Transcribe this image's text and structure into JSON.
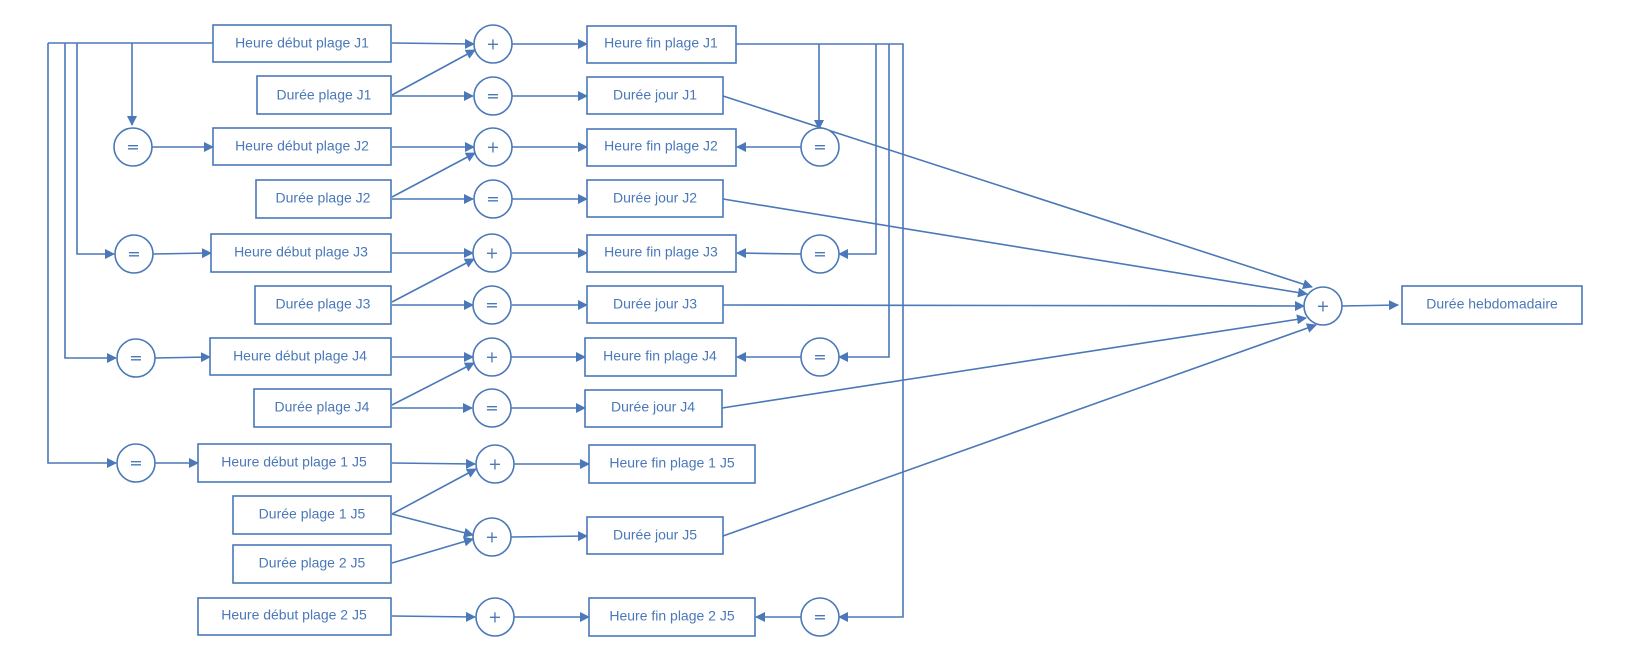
{
  "colors": {
    "stroke": "#4a78b8",
    "text": "#4a78b8",
    "background": "#ffffff"
  },
  "nodes": {
    "hd1": "Heure début plage J1",
    "dp1": "Durée plage J1",
    "hf1": "Heure fin plage J1",
    "dj1": "Durée jour J1",
    "hd2": "Heure début plage J2",
    "dp2": "Durée plage J2",
    "hf2": "Heure fin plage J2",
    "dj2": "Durée jour J2",
    "hd3": "Heure début plage J3",
    "dp3": "Durée plage J3",
    "hf3": "Heure fin plage J3",
    "dj3": "Durée jour J3",
    "hd4": "Heure début plage J4",
    "dp4": "Durée plage J4",
    "hf4": "Heure fin plage J4",
    "dj4": "Durée jour J4",
    "hd5a": "Heure début plage 1 J5",
    "dp5a": "Durée plage 1 J5",
    "dp5b": "Durée plage 2 J5",
    "hf5a": "Heure fin plage 1 J5",
    "dj5": "Durée jour J5",
    "hd5b": "Heure début plage 2 J5",
    "hf5b": "Heure fin plage 2 J5",
    "weekly": "Durée hebdomadaire"
  },
  "operators": {
    "plus": "+",
    "equals": "="
  }
}
